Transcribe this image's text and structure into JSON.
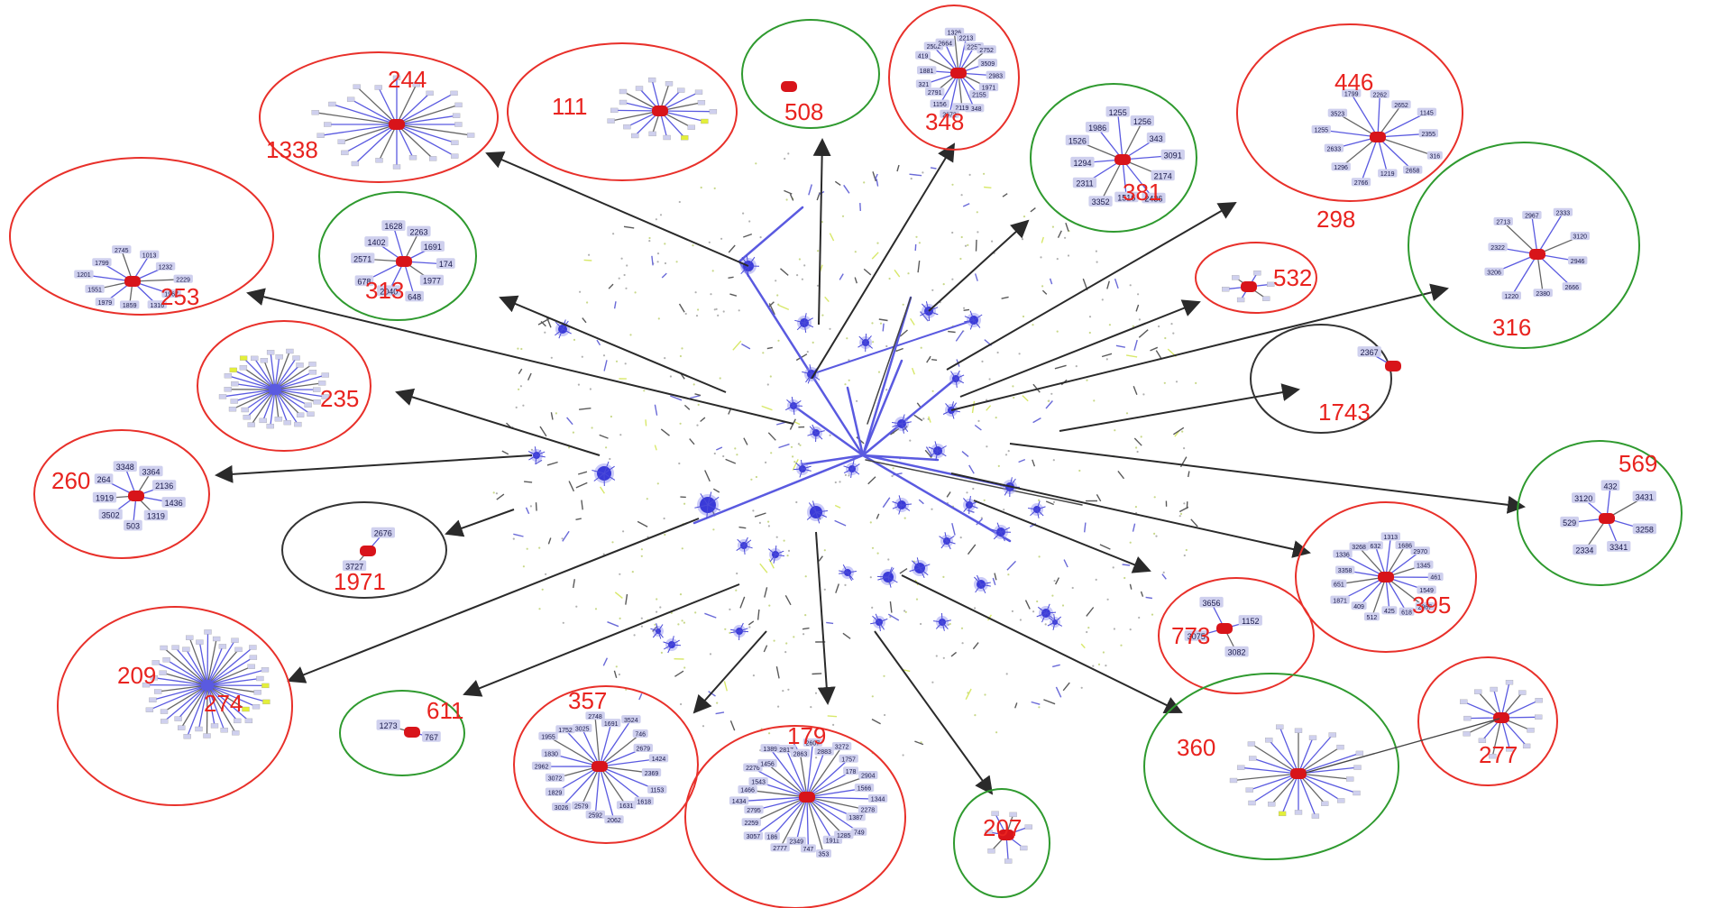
{
  "colors": {
    "ring_red": "#e8302a",
    "ring_green": "#2f9a2f",
    "ring_black": "#333333",
    "label_red": "#e8231f",
    "edge_blue": "#5a5ae0",
    "edge_gray": "#666666",
    "hub_red": "#d8141a",
    "hub_yellow": "#d8e83a",
    "node_lavender": "#cfd0ee",
    "node_yellow": "#e3ef3a",
    "arrow": "#2a2a2a"
  },
  "clusters": [
    {
      "id": "c244",
      "label": "244",
      "label2": "1338",
      "ring": "red"
    },
    {
      "id": "c111",
      "label": "111",
      "ring": "red"
    },
    {
      "id": "c508",
      "label": "508",
      "ring": "green"
    },
    {
      "id": "c348",
      "label": "348",
      "ring": "red"
    },
    {
      "id": "c381",
      "label": "381",
      "ring": "green"
    },
    {
      "id": "c446",
      "label": "446",
      "label2": "298",
      "ring": "red"
    },
    {
      "id": "c253",
      "label": "253",
      "ring": "red"
    },
    {
      "id": "c313",
      "label": "313",
      "ring": "green"
    },
    {
      "id": "c532",
      "label": "532",
      "ring": "red"
    },
    {
      "id": "c316",
      "label": "316",
      "ring": "green"
    },
    {
      "id": "c235",
      "label": "235",
      "ring": "red"
    },
    {
      "id": "c1743",
      "label": "1743",
      "ring": "black"
    },
    {
      "id": "c260",
      "label": "260",
      "ring": "red"
    },
    {
      "id": "c569",
      "label": "569",
      "ring": "green"
    },
    {
      "id": "c1971",
      "label": "1971",
      "ring": "black"
    },
    {
      "id": "c395",
      "label": "395",
      "ring": "red"
    },
    {
      "id": "c773",
      "label": "773",
      "ring": "red"
    },
    {
      "id": "c209",
      "label": "209",
      "label2": "274",
      "ring": "red"
    },
    {
      "id": "c611",
      "label": "611",
      "ring": "green"
    },
    {
      "id": "c357",
      "label": "357",
      "ring": "red"
    },
    {
      "id": "c179",
      "label": "179",
      "ring": "red"
    },
    {
      "id": "c207",
      "label": "207",
      "ring": "green"
    },
    {
      "id": "c360",
      "label": "360",
      "ring": "green"
    },
    {
      "id": "c277",
      "label": "277",
      "ring": "red"
    }
  ],
  "nodes": {
    "c381": [
      "1516",
      "3352",
      "2311",
      "1294",
      "1526",
      "1986",
      "1255",
      "1256",
      "343",
      "3091",
      "2174",
      "2436"
    ],
    "c313": [
      "678",
      "2571",
      "1402",
      "1628",
      "2263",
      "1691",
      "174",
      "1977",
      "648",
      "2040"
    ],
    "c260": [
      "3348",
      "3364",
      "2136",
      "1436",
      "1319",
      "503",
      "3502",
      "1919",
      "264"
    ],
    "c357": [
      "1618",
      "1631",
      "2062",
      "2592",
      "2579",
      "3026",
      "1829",
      "3072",
      "2962",
      "1830",
      "1955",
      "1752",
      "3025",
      "2748",
      "1691",
      "3524",
      "746",
      "2679",
      "1424",
      "2369",
      "1153"
    ],
    "c1743": [
      "2367"
    ],
    "c1971": [
      "2676",
      "3727"
    ],
    "c569": [
      "432",
      "3431",
      "3258",
      "3341",
      "2334",
      "529",
      "3120"
    ],
    "c773": [
      "1152",
      "3082",
      "3075",
      "3656"
    ],
    "c611": [
      "767",
      "1273"
    ],
    "c348": [
      "3348",
      "2119",
      "2672",
      "1156",
      "2791",
      "321",
      "1881",
      "419",
      "2502",
      "2664",
      "1326",
      "2213",
      "2257",
      "2752",
      "3509",
      "2983",
      "1971",
      "2155"
    ],
    "c179": [
      "1911",
      "353",
      "747",
      "2349",
      "2777",
      "186",
      "3057",
      "2259",
      "2795",
      "1434",
      "1466",
      "1543",
      "2276",
      "1456",
      "1389",
      "2817",
      "2863",
      "2607",
      "2883",
      "3272",
      "1757",
      "178",
      "2904",
      "1566",
      "1344",
      "2278",
      "1387",
      "749",
      "1285"
    ],
    "c395": [
      "2970",
      "1345",
      "461",
      "1549",
      "2067",
      "618",
      "425",
      "512",
      "409",
      "1871",
      "651",
      "3358",
      "1336",
      "3268",
      "632",
      "1313",
      "1686"
    ],
    "c446": [
      "2766",
      "1296",
      "2633",
      "1255",
      "3523",
      "1799",
      "2262",
      "2652",
      "1145",
      "2355",
      "316",
      "2658",
      "1219"
    ],
    "c316": [
      "2322",
      "2713",
      "2967",
      "2333",
      "3120",
      "2946",
      "2666",
      "2380",
      "1220",
      "3206"
    ],
    "c253": [
      "1979",
      "1551",
      "1201",
      "1799",
      "2745",
      "1013",
      "1232",
      "2229",
      "1967",
      "1316",
      "1859"
    ]
  }
}
